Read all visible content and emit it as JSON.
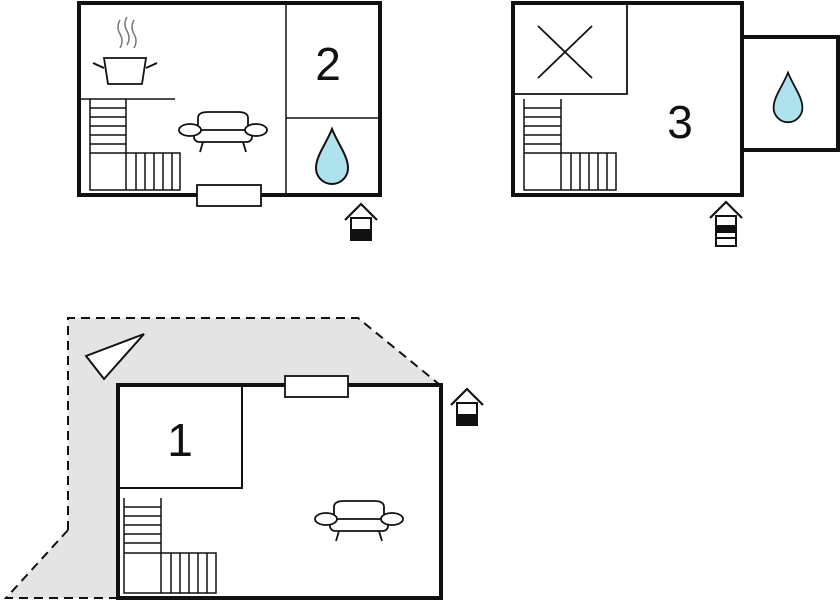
{
  "colors": {
    "wall": "#111111",
    "terrace": "#e4e4e4",
    "water": "#aee3ee",
    "background": "#ffffff"
  },
  "floors": [
    {
      "id": "upper-left",
      "room_labels": [
        "2"
      ],
      "icons": [
        "cooking-pot-icon",
        "sofa-icon",
        "stairs-icon",
        "window-icon",
        "water-drop-icon",
        "entrance-icon"
      ]
    },
    {
      "id": "upper-right",
      "room_labels": [
        "3"
      ],
      "icons": [
        "cross-icon",
        "stairs-icon",
        "water-drop-icon",
        "entrance-icon"
      ]
    },
    {
      "id": "ground",
      "room_labels": [
        "1"
      ],
      "icons": [
        "terrace-area",
        "north-arrow-icon",
        "window-icon",
        "stairs-icon",
        "sofa-icon",
        "entrance-icon"
      ]
    }
  ]
}
